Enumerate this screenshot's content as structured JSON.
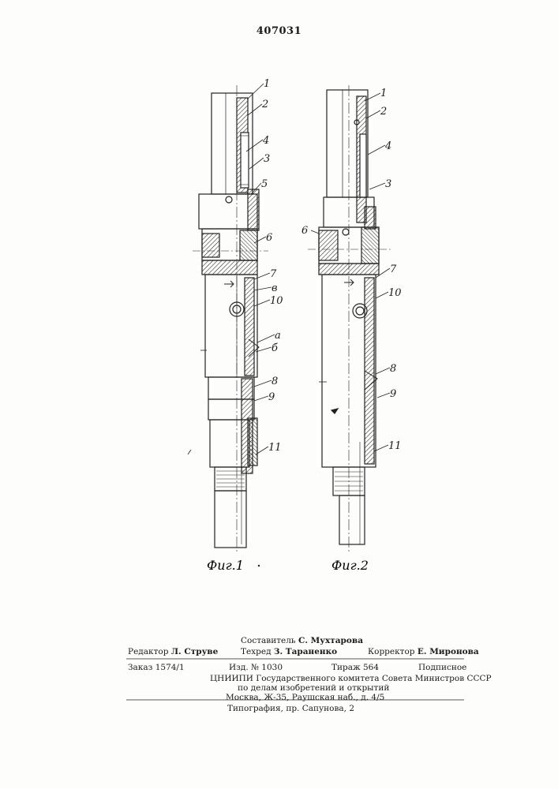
{
  "patent_number": "407031",
  "figures": [
    {
      "caption": "Фиг.1",
      "labels": [
        "1",
        "2",
        "4",
        "3",
        "5",
        "6",
        "7",
        "в",
        "10",
        "а",
        "б",
        "8",
        "9",
        "11"
      ]
    },
    {
      "caption": "Фиг.2",
      "labels": [
        "1",
        "2",
        "4",
        "3",
        "6",
        "7",
        "10",
        "8",
        "9",
        "11"
      ]
    }
  ],
  "footer": {
    "compiler_label": "Составитель",
    "compiler_name": "С. Мухтарова",
    "editor_label": "Редактор",
    "editor_name": "Л. Струве",
    "techred_label": "Техред",
    "techred_name": "З. Тараненко",
    "corrector_label": "Корректор",
    "corrector_name": "Е. Миронова",
    "order": "Заказ 1574/1",
    "edition": "Изд. № 1030",
    "circulation": "Тираж 564",
    "subscription": "Подписное",
    "org_line1": "ЦНИИПИ Государственного комитета Совета Министров СССР",
    "org_line2": "по делам изобретений и открытий",
    "org_line3": "Москва, Ж-35, Раушская наб., д. 4/5",
    "printing": "Типография, пр. Сапунова, 2"
  }
}
